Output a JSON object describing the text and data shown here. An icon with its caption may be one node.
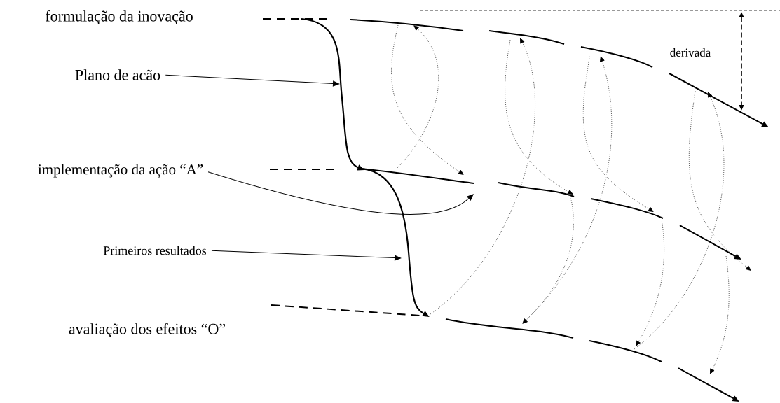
{
  "diagram": {
    "nodes": [
      {
        "text": [
          "Plano de acão"
        ]
      },
      {
        "text": [
          "implementação da ação “A”"
        ]
      },
      {
        "text": [
          "Primeiros resultados"
        ]
      }
    ],
    "edges": [
      {
        "from": 0,
        "to": null,
        "arrow": "to"
      },
      {
        "from": 1,
        "to": null,
        "arrow": "to"
      },
      {
        "from": 2,
        "to": null,
        "arrow": "to"
      }
    ],
    "labels": [
      "formulação da inovação",
      "avaliação dos efeitos “O”",
      "derivada"
    ]
  }
}
